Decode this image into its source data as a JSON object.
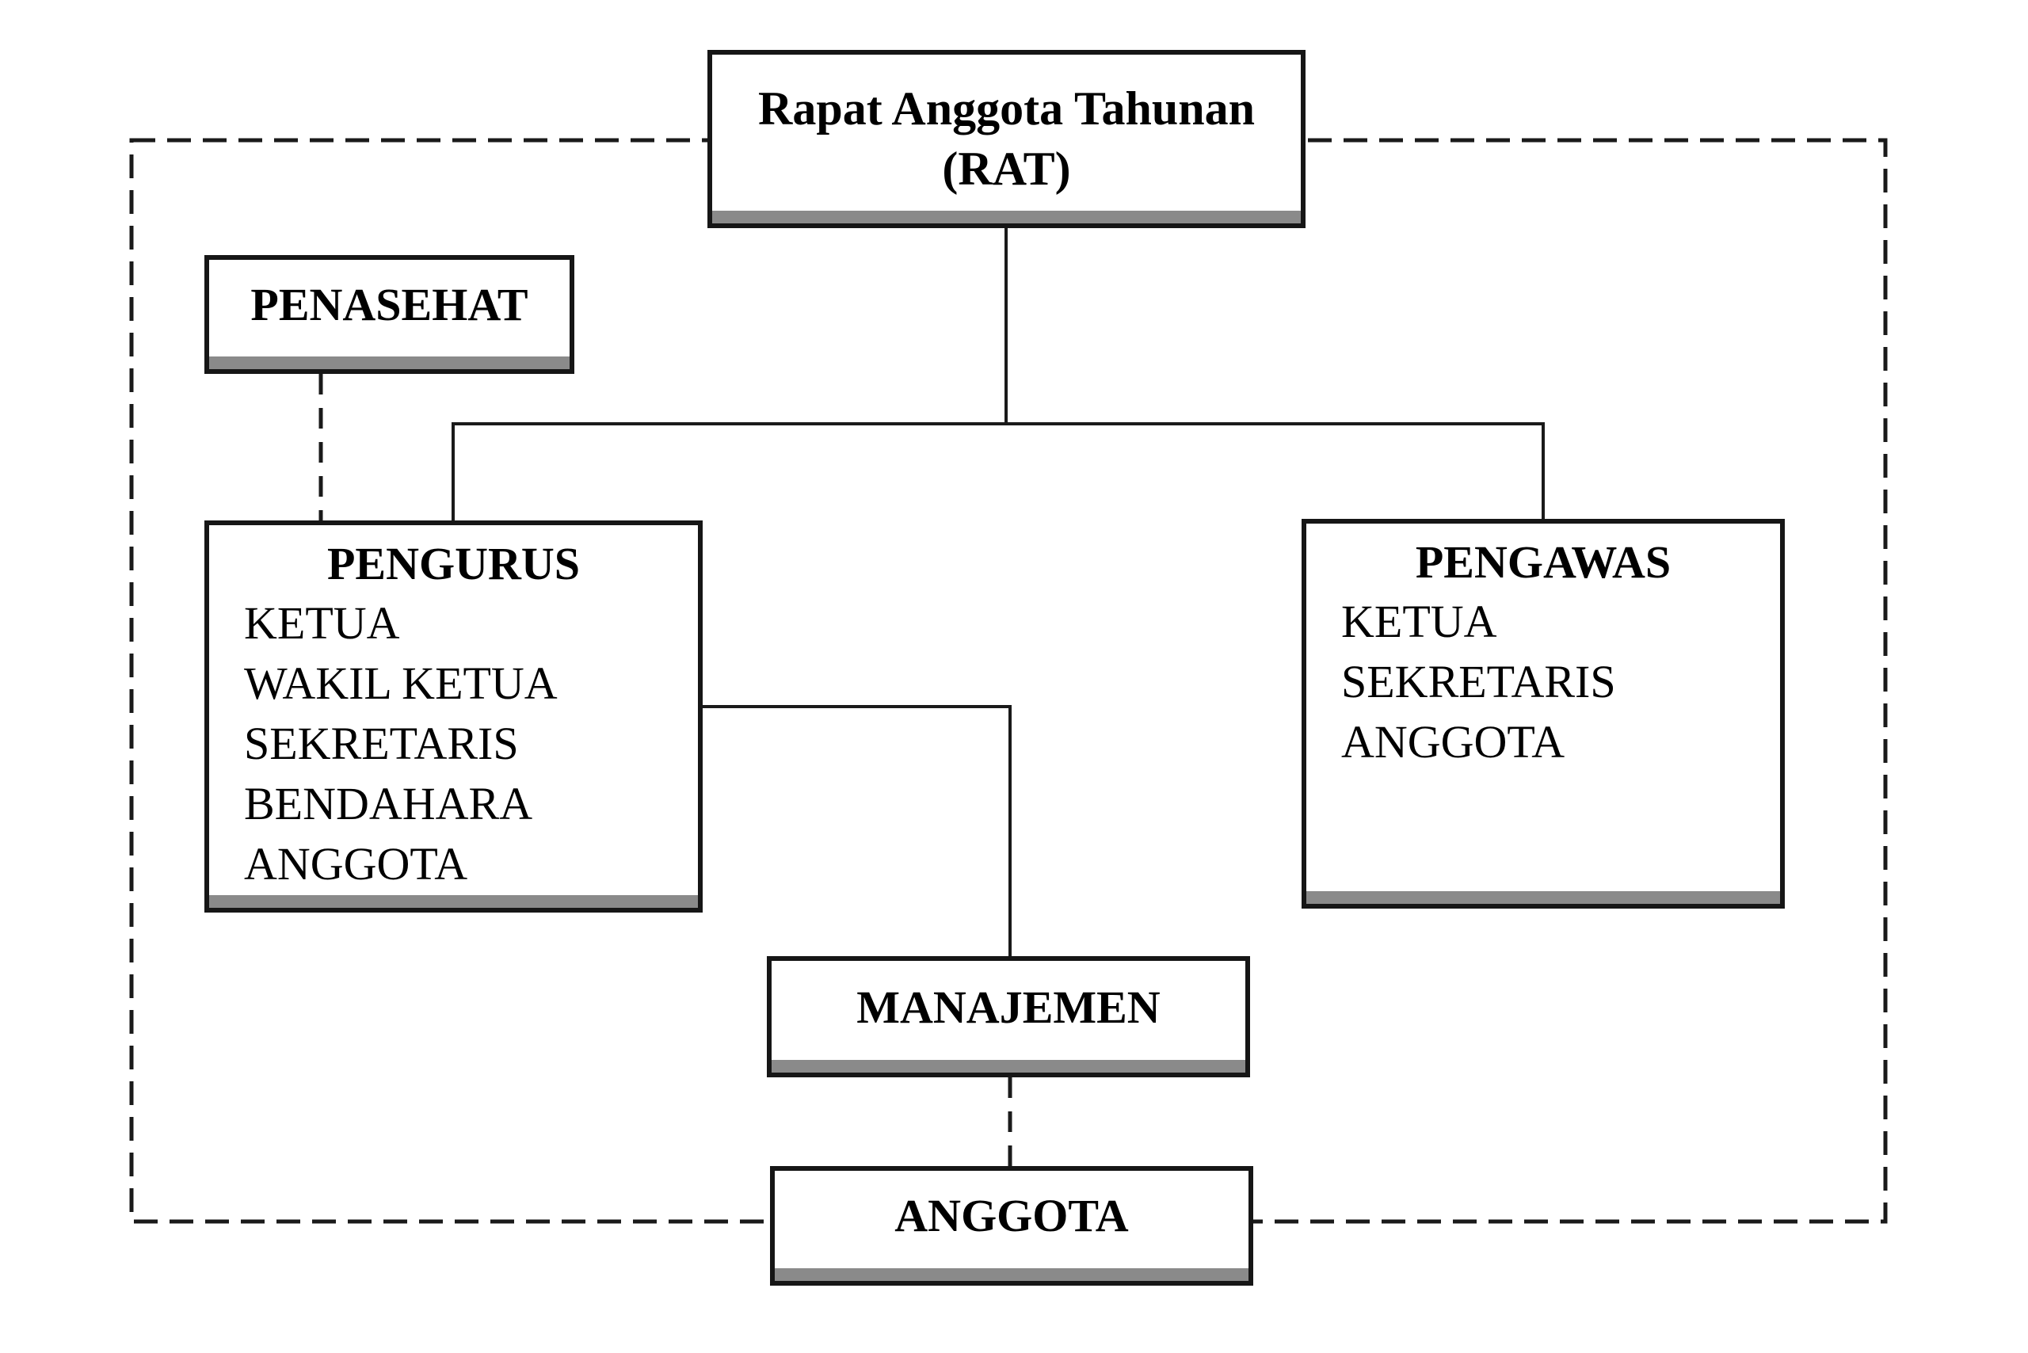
{
  "diagram": {
    "type": "organizational-chart",
    "nodes": {
      "rat": {
        "title_line1": "Rapat Anggota Tahunan",
        "title_line2": "(RAT)"
      },
      "penasehat": {
        "title": "PENASEHAT"
      },
      "pengurus": {
        "title": "PENGURUS",
        "members": [
          "KETUA",
          "WAKIL KETUA",
          "SEKRETARIS",
          "BENDAHARA",
          "ANGGOTA"
        ]
      },
      "pengawas": {
        "title": "PENGAWAS",
        "members": [
          "KETUA",
          "SEKRETARIS",
          "ANGGOTA"
        ]
      },
      "manajemen": {
        "title": "MANAJEMEN"
      },
      "anggota": {
        "title": "ANGGOTA"
      }
    },
    "relations": [
      "RAT - PENGURUS (solid)",
      "RAT - PENGAWAS (solid)",
      "PENGURUS - MANAJEMEN (solid)",
      "PENASEHAT - PENGURUS (dashed)",
      "MANAJEMEN - ANGGOTA (dashed)"
    ],
    "colors": {
      "background": "#ffffff",
      "box_fill": "#ffffff",
      "box_border": "#161616",
      "shadow_strip": "#8a8a8a",
      "line": "#1a1a1a",
      "text": "#000000"
    }
  }
}
